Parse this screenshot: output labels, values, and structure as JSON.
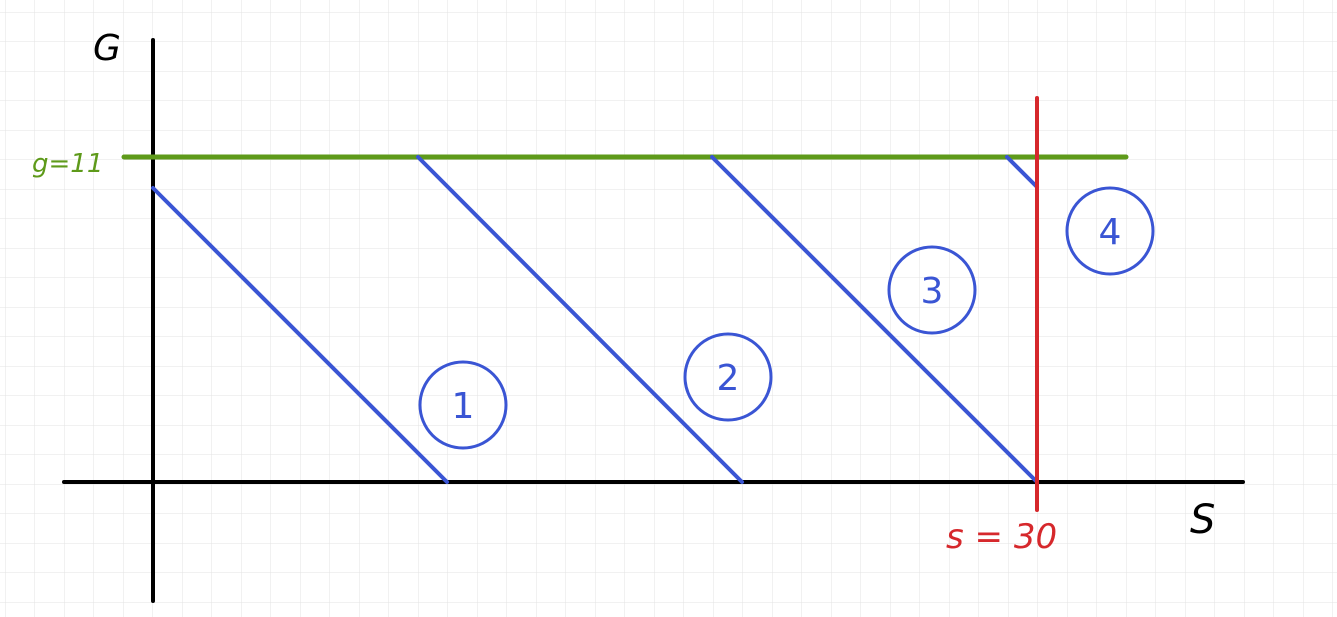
{
  "axes": {
    "x_label": "S",
    "y_label": "G"
  },
  "green_line": {
    "label": "g=11",
    "color": "#5e9a1a"
  },
  "red_line": {
    "label": "s = 30",
    "color": "#d6282c"
  },
  "segment_color": "#3a55d4",
  "axis_color": "#000000",
  "grid_color": "#e3e3e3",
  "circle_labels": [
    "1",
    "2",
    "3",
    "4"
  ]
}
